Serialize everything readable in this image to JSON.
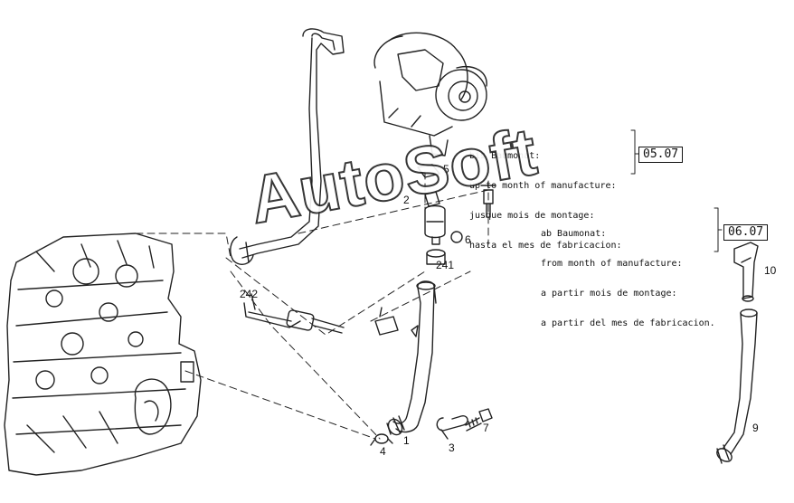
{
  "notes": {
    "up_to": {
      "lines": [
        "bis Baumonat:",
        "up to month of manufacture:",
        "jusque mois de montage:",
        "hasta el mes de fabricacion:"
      ],
      "date": "05.07"
    },
    "from": {
      "lines": [
        "ab Baumonat:",
        "from month of manufacture:",
        "a partir mois de montage:",
        "a partir del mes de fabricacion."
      ],
      "date": "06.07"
    }
  },
  "callouts": [
    "1",
    "2",
    "3",
    "4",
    "5",
    "6",
    "7",
    "9",
    "10",
    "241",
    "242"
  ],
  "watermark": "AutoSoft"
}
